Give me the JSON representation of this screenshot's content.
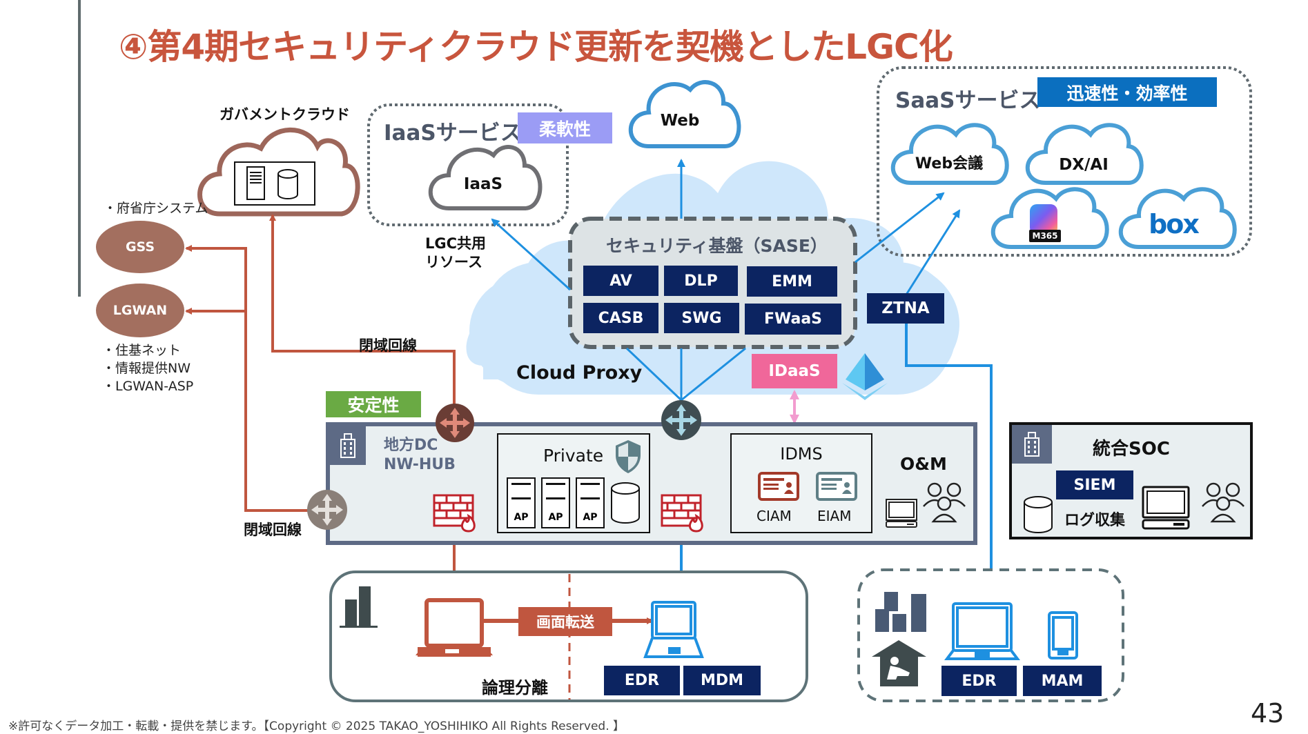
{
  "title": "④第4期セキュリティクラウド更新を契機としたLGC化",
  "gov_cloud": {
    "label": "ガバメントクラウド"
  },
  "ministry": {
    "label": "・府省庁システム"
  },
  "gss": {
    "label": "GSS"
  },
  "lgwan": {
    "label": "LGWAN",
    "notes": [
      "・住基ネット",
      "・情報提供NW",
      "・LGWAN-ASP"
    ]
  },
  "closed_line_top": "閉域回線",
  "closed_line_bottom": "閉域回線",
  "iaas": {
    "title": "IaaSサービス",
    "badge": "柔軟性",
    "cloud_label": "IaaS",
    "shared_label_1": "LGC共用",
    "shared_label_2": "リソース"
  },
  "web": {
    "label": "Web"
  },
  "saas": {
    "title": "SaaSサービス",
    "badge": "迅速性・効率性",
    "clouds": [
      "Web会議",
      "DX/AI",
      "M365",
      "box"
    ]
  },
  "sase": {
    "title": "セキュリティ基盤（SASE）",
    "items": [
      "AV",
      "DLP",
      "EMM",
      "CASB",
      "SWG",
      "FWaaS"
    ]
  },
  "cloud_proxy": "Cloud Proxy",
  "ztna": "ZTNA",
  "idaas": "IDaaS",
  "stability_badge": "安定性",
  "dc": {
    "name_line1": "地方DC",
    "name_line2": "NW-HUB",
    "private": {
      "label": "Private",
      "servers": [
        "AP",
        "AP",
        "AP"
      ]
    },
    "idms": {
      "label": "IDMS",
      "ciam": "CIAM",
      "eiam": "EIAM"
    },
    "om": "O&M"
  },
  "soc": {
    "title": "統合SOC",
    "siem": "SIEM",
    "log": "ログ収集"
  },
  "office": {
    "transfer": "画面転送",
    "separation": "論理分離",
    "agents": [
      "EDR",
      "MDM"
    ]
  },
  "remote": {
    "agents": [
      "EDR",
      "MAM"
    ]
  },
  "colors": {
    "title": "#c8553d",
    "navy": "#0c2461",
    "red_line": "#c0563f",
    "blue_line": "#1e90e0",
    "stability": "#6aaa44",
    "flexibility": "#9b9cf5",
    "agility": "#0b6fbf",
    "idaas": "#f0679a"
  },
  "footer": "※許可なくデータ加工・転載・提供を禁じます。【Copyright © 2025 TAKAO_YOSHIHIKO All Rights Reserved. 】",
  "page_number": "43"
}
